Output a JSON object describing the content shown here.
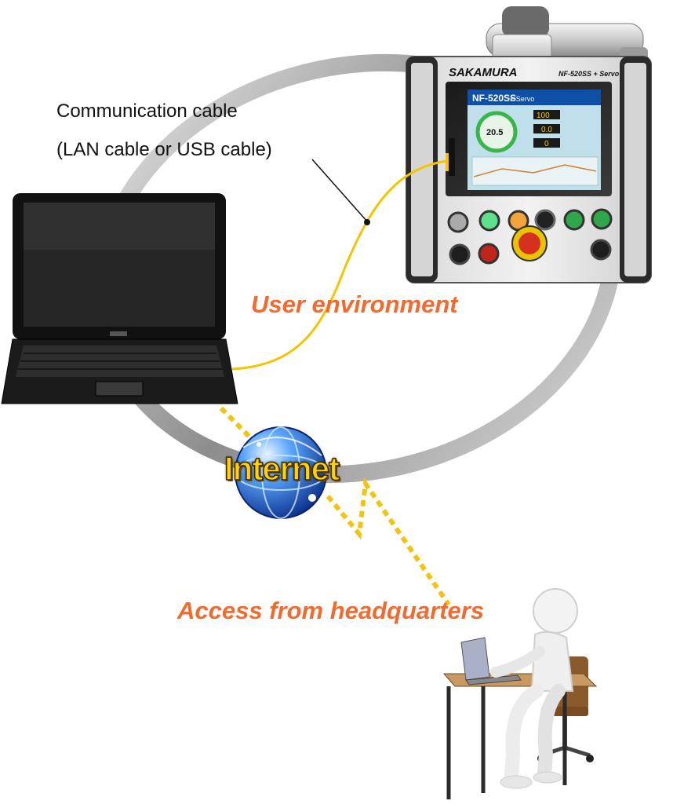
{
  "labels": {
    "cable_line1": "Communication cable",
    "cable_line2": "(LAN cable or USB cable)",
    "user_environment": "User environment",
    "internet": "Internet",
    "access_from_hq": "Access from headquarters"
  },
  "controller": {
    "brand": "SAKAMURA",
    "model": "NF-520SS + Servo",
    "screen_title": "NF-520SS",
    "screen_subtitle": "+ Servo",
    "readout": "20.5",
    "values": [
      "100",
      "0.0",
      "0"
    ]
  },
  "colors": {
    "accent_orange": "#f26a2e",
    "cable_yellow": "#f5c400",
    "dotted_link": "#f2c40f",
    "ring_gray": "#9a9a9a"
  }
}
